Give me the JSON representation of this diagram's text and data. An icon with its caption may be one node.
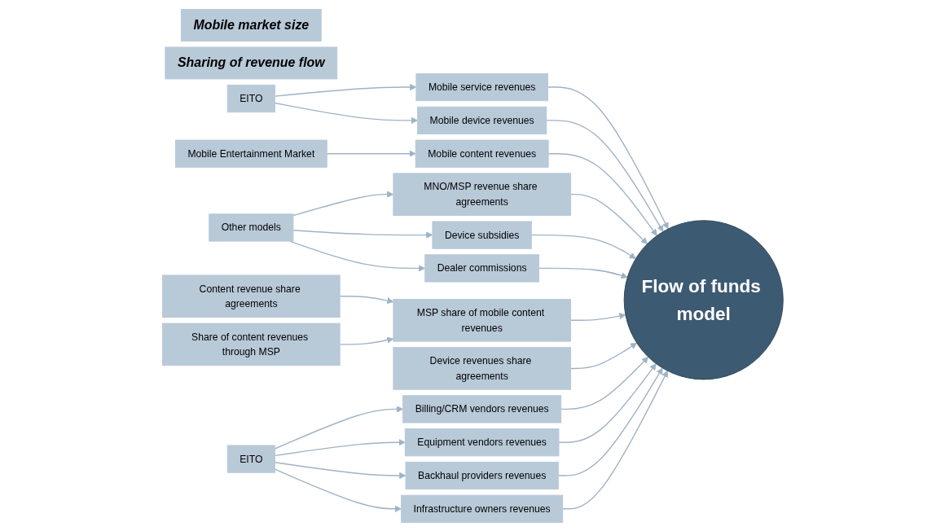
{
  "diagram": {
    "nodes": [
      {
        "text": [
          "Mobile market size"
        ]
      },
      {
        "text": [
          "Sharing of revenue flow"
        ]
      },
      {
        "text": [
          "EITO"
        ]
      },
      {
        "text": [
          "Mobile Entertainment Market"
        ]
      },
      {
        "text": [
          "Mobile service revenues"
        ]
      },
      {
        "text": [
          "Mobile device revenues"
        ]
      },
      {
        "text": [
          "Mobile content revenues"
        ]
      },
      {
        "text": [
          "Other models"
        ]
      },
      {
        "text": [
          "MNO/MSP revenue share agreements"
        ]
      },
      {
        "text": [
          "Device subsidies"
        ]
      },
      {
        "text": [
          "Dealer commissions"
        ]
      },
      {
        "text": [
          "Flow of funds model"
        ]
      },
      {
        "text": [
          "MSP share of mobile content revenues"
        ]
      },
      {
        "text": [
          "Content revenue share agreements"
        ]
      },
      {
        "text": [
          "Share of content revenues through MSP"
        ]
      },
      {
        "text": [
          "Device revenues share agreements"
        ]
      },
      {
        "text": [
          "Billing/CRM vendors revenues"
        ]
      },
      {
        "text": [
          "Equipment vendors revenues"
        ]
      },
      {
        "text": [
          "Backhaul providers revenues"
        ]
      },
      {
        "text": [
          "Infrastructure owners revenues"
        ]
      },
      {
        "text": [
          "EITO"
        ]
      }
    ],
    "edges": [
      {
        "from": 2,
        "to": 4,
        "arrow": "to"
      },
      {
        "from": 2,
        "to": 5,
        "arrow": "to"
      },
      {
        "from": 3,
        "to": 6,
        "arrow": "to"
      },
      {
        "from": 4,
        "to": 11,
        "arrow": "to"
      },
      {
        "from": 5,
        "to": 11,
        "arrow": "to"
      },
      {
        "from": 6,
        "to": 11,
        "arrow": "to"
      },
      {
        "from": 7,
        "to": 8,
        "arrow": "to"
      },
      {
        "from": 7,
        "to": 9,
        "arrow": "to"
      },
      {
        "from": 7,
        "to": 10,
        "arrow": "to"
      },
      {
        "from": 8,
        "to": 11,
        "arrow": "to"
      },
      {
        "from": 9,
        "to": 11,
        "arrow": "to"
      },
      {
        "from": 10,
        "to": 11,
        "arrow": "to"
      },
      {
        "from": 12,
        "to": 11,
        "arrow": "to"
      },
      {
        "from": 15,
        "to": 11,
        "arrow": "to"
      },
      {
        "from": 16,
        "to": 11,
        "arrow": "to"
      },
      {
        "from": 17,
        "to": 11,
        "arrow": "to"
      },
      {
        "from": 18,
        "to": 11,
        "arrow": "to"
      },
      {
        "from": 19,
        "to": 11,
        "arrow": "to"
      },
      {
        "from": 13,
        "to": 12,
        "arrow": "to"
      },
      {
        "from": 14,
        "to": 12,
        "arrow": "to"
      },
      {
        "from": 20,
        "to": 16,
        "arrow": "to"
      },
      {
        "from": 20,
        "to": 17,
        "arrow": "to"
      },
      {
        "from": 20,
        "to": 18,
        "arrow": "to"
      },
      {
        "from": 20,
        "to": 19,
        "arrow": "to"
      }
    ]
  }
}
